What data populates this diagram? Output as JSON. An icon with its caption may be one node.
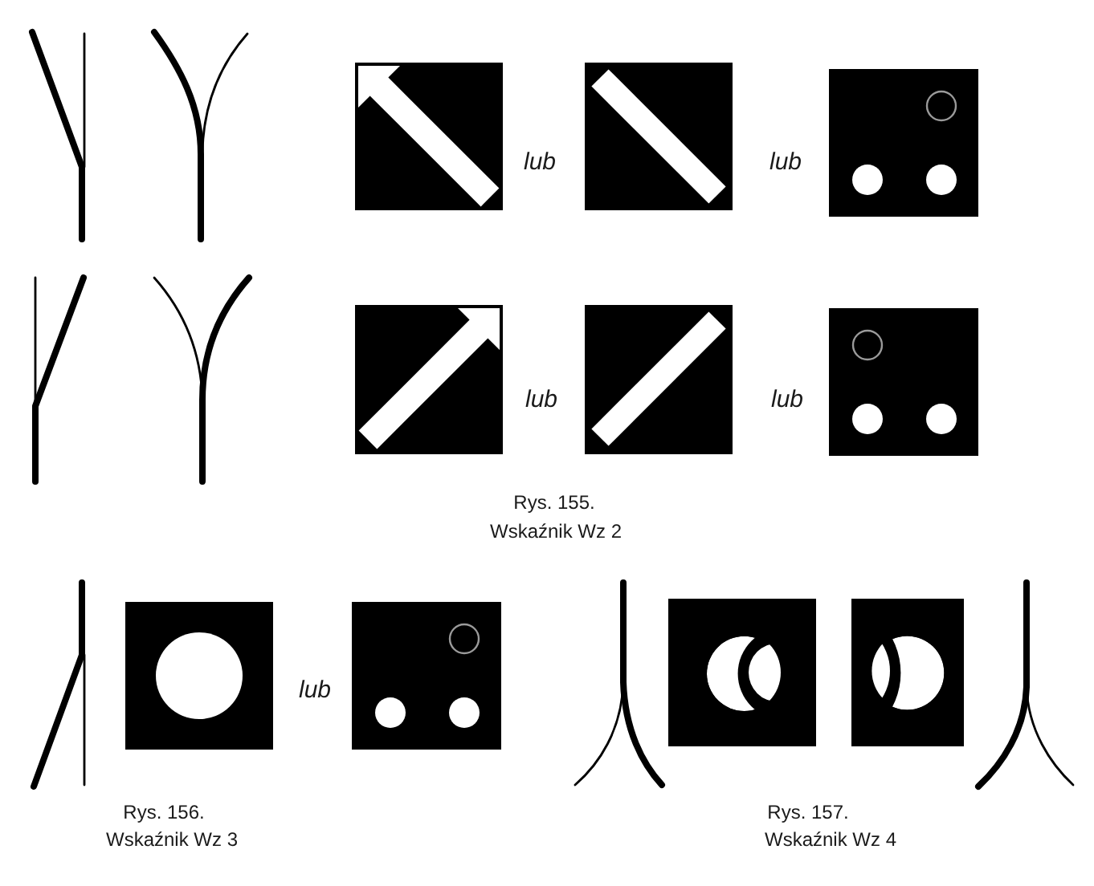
{
  "diagram": {
    "labels": [
      "lub",
      "lub",
      "lub",
      "lub",
      "Rys. 155.",
      "Wskaźnik Wz 2",
      "lub",
      "Rys. 156.",
      "Wskaźnik Wz 3",
      "Rys. 157.",
      "Wskaźnik Wz 4"
    ]
  }
}
